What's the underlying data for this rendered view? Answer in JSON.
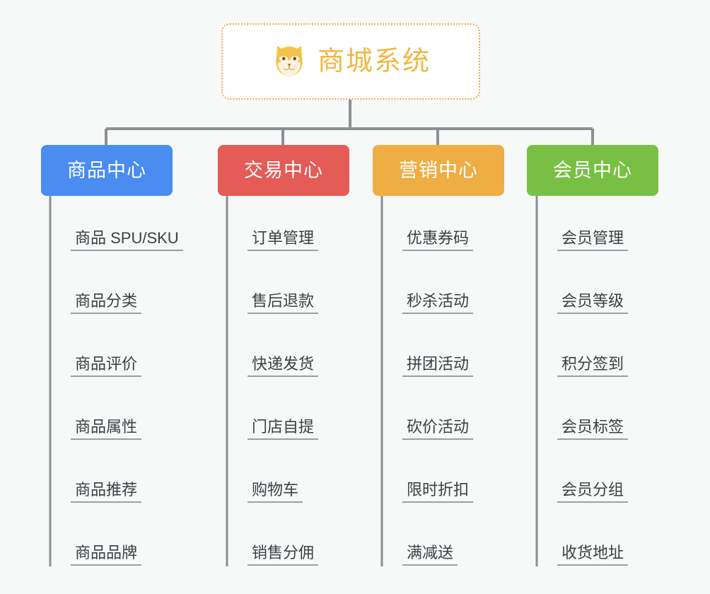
{
  "page": {
    "background_color": "#f7f8f8",
    "connector_color": "#8c8f93",
    "leaf_text_color": "#3c4043",
    "leaf_underline_color": "#9aa0a6"
  },
  "root": {
    "title": "商城系统",
    "icon": "shiba-dog-icon",
    "border_color": "#eeab4a",
    "title_color": "#f0b843",
    "background_color": "#ffffff"
  },
  "branches": [
    {
      "id": "product-center",
      "label": "商品中心",
      "color": "#4a8cf0",
      "items": [
        "商品 SPU/SKU",
        "商品分类",
        "商品评价",
        "商品属性",
        "商品推荐",
        "商品品牌"
      ]
    },
    {
      "id": "trade-center",
      "label": "交易中心",
      "color": "#e55b56",
      "items": [
        "订单管理",
        "售后退款",
        "快递发货",
        "门店自提",
        "购物车",
        "销售分佣"
      ]
    },
    {
      "id": "marketing-center",
      "label": "营销中心",
      "color": "#eeae43",
      "items": [
        "优惠券码",
        "秒杀活动",
        "拼团活动",
        "砍价活动",
        "限时折扣",
        "满减送"
      ]
    },
    {
      "id": "member-center",
      "label": "会员中心",
      "color": "#78c043",
      "items": [
        "会员管理",
        "会员等级",
        "积分签到",
        "会员标签",
        "会员分组",
        "收货地址"
      ]
    }
  ]
}
